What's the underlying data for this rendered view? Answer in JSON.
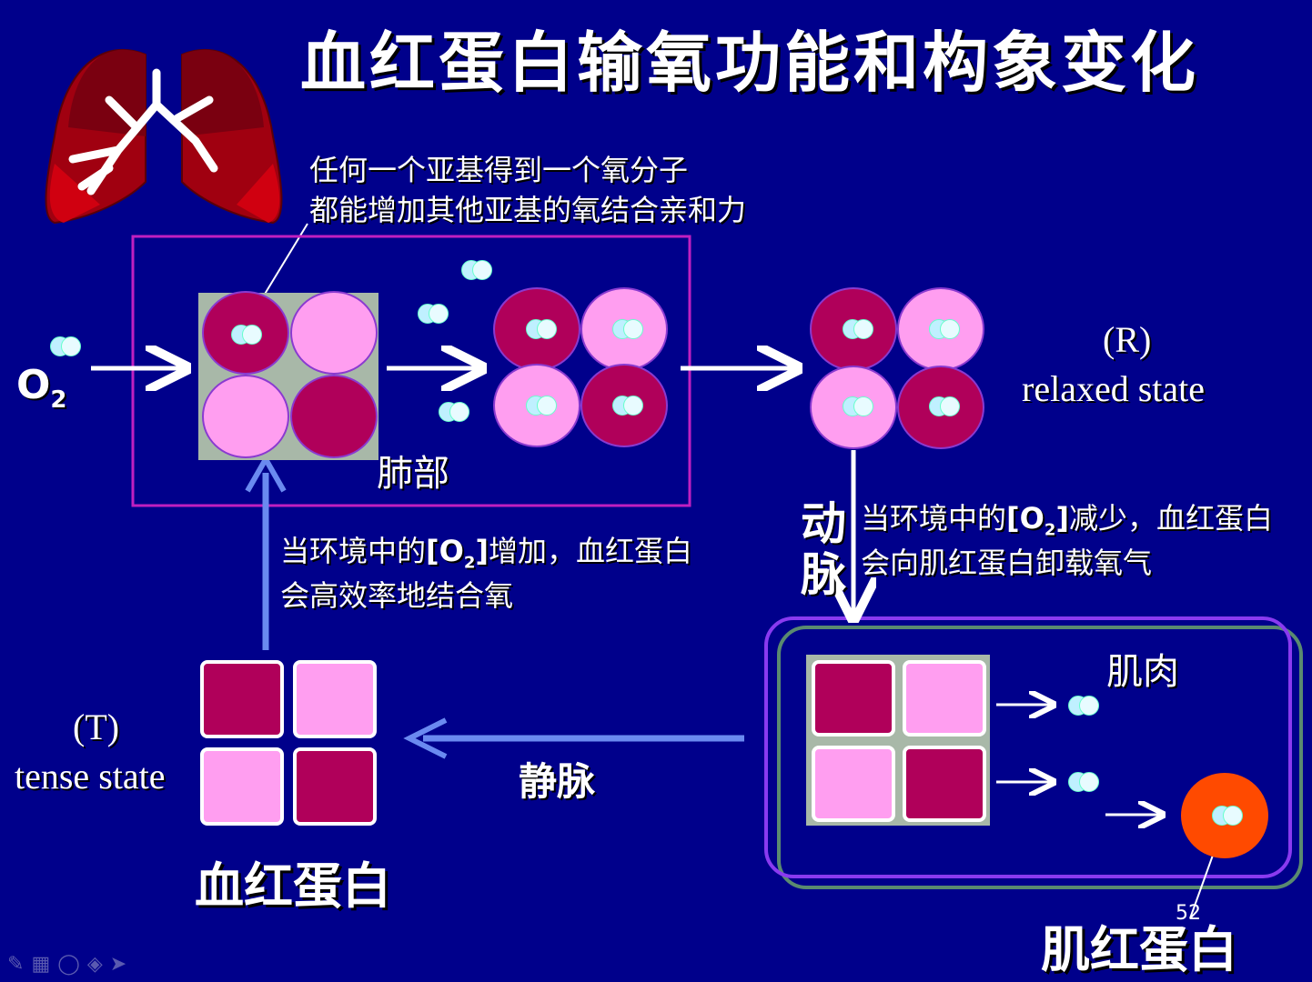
{
  "title": "血红蛋白输氧功能和构象变化",
  "top_note": [
    "任何一个亚基得到一个氧分子",
    "都能增加其他亚基的氧结合亲和力"
  ],
  "o2_label": "O",
  "o2_sub": "2",
  "lung_label": "肺部",
  "r_state": {
    "symbol": "(R)",
    "name": "relaxed state"
  },
  "t_state": {
    "symbol": "(T)",
    "name": "tense state"
  },
  "artery": [
    "动",
    "脉"
  ],
  "vein": "静脉",
  "muscle": "肌肉",
  "note_increase": {
    "prefix": "当环境中的",
    "bracket": "[O",
    "sub": "2",
    "close": "]",
    "suffix": "增加，血红蛋白",
    "line2": "会高效率地结合氧"
  },
  "note_decrease": {
    "prefix": "当环境中的",
    "bracket": "[O",
    "sub": "2",
    "close": "]",
    "suffix": "减少，血红蛋白",
    "line2": "会向肌红蛋白卸载氧气"
  },
  "hemoglobin": "血红蛋白",
  "myoglobin": "肌红蛋白",
  "page_number": "52",
  "colors": {
    "background": "#00008b",
    "subunit_dark": "#b0005a",
    "subunit_light": "#ff9ef0",
    "myoglobin": "#ff4a00",
    "lung_box": "#c020c0",
    "muscle_box": "#8a3af0"
  }
}
